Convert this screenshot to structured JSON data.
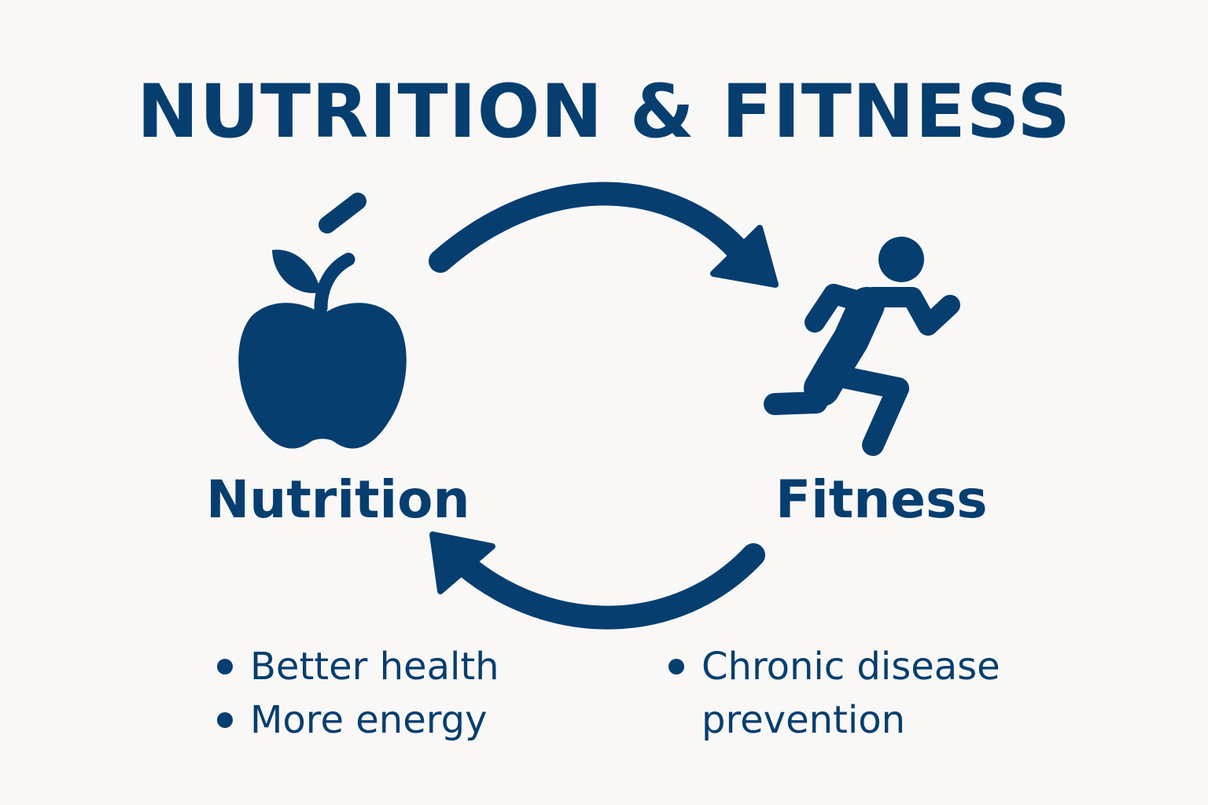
{
  "title": "NUTRITION & FITNESS",
  "nodes": {
    "nutrition": {
      "label": "Nutrition",
      "icon": "apple-icon"
    },
    "fitness": {
      "label": "Fitness",
      "icon": "runner-icon"
    }
  },
  "benefits_left": [
    "Better health",
    "More energy"
  ],
  "benefits_right": [
    "Chronic disease prevention"
  ],
  "colors": {
    "primary": "#073e70",
    "background": "#f9f8f6"
  }
}
